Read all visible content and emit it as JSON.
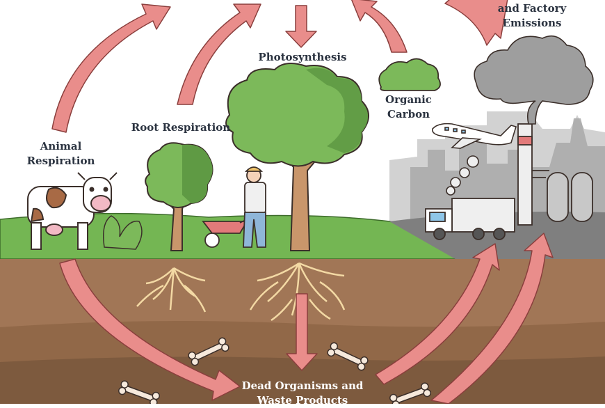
{
  "labels": {
    "factory": [
      "and Factory",
      "Emissions"
    ],
    "photosynthesis": "Photosynthesis",
    "organic_carbon": [
      "Organic",
      "Carbon"
    ],
    "root_respiration": "Root Respiration",
    "animal_respiration": [
      "Animal",
      "Respiration"
    ],
    "dead_organisms": [
      "Dead Organisms and",
      "Waste Products"
    ]
  },
  "colors": {
    "arrow": "#e98d8b",
    "grass": "#74b653",
    "soil_top": "#a17656",
    "soil_mid": "#916848",
    "soil_bottom": "#7d5a3e",
    "smoke": "#9e9e9e"
  }
}
